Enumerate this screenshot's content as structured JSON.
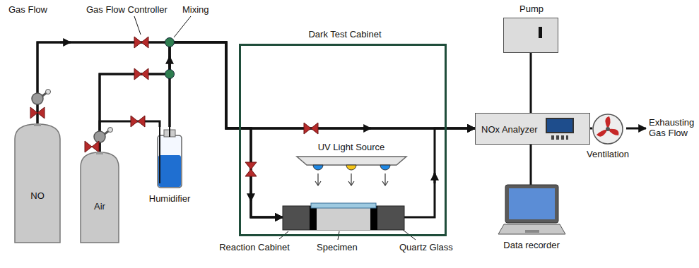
{
  "diagram": {
    "nodes": [
      {
        "text": [
          "NO"
        ]
      },
      {
        "text": [
          "Air"
        ]
      },
      {
        "text": [
          "Humidifier"
        ]
      },
      {
        "text": [
          "Dark Test Cabinet"
        ]
      },
      {
        "text": [
          "UV Light Source"
        ],
        "in": 3
      },
      {
        "text": [
          "Reaction Cabinet"
        ],
        "in": 3
      },
      {
        "text": [
          "Pump"
        ]
      },
      {
        "text": [
          "NOx Analyzer"
        ]
      },
      {
        "text": [
          "Ventilation"
        ]
      },
      {
        "text": [
          "Data recorder"
        ]
      }
    ],
    "edges": [
      {
        "from": 0,
        "to": 5,
        "arrow": "to"
      },
      {
        "from": 0,
        "to": 7,
        "arrow": "to"
      },
      {
        "from": 1,
        "to": 2,
        "arrow": "none"
      },
      {
        "from": 1,
        "to": 5,
        "arrow": "to"
      },
      {
        "from": 1,
        "to": 7,
        "arrow": "to"
      },
      {
        "from": 2,
        "to": 5,
        "arrow": "to"
      },
      {
        "from": 2,
        "to": 7,
        "arrow": "to"
      },
      {
        "from": 5,
        "to": 7,
        "arrow": "to"
      },
      {
        "from": 6,
        "to": 7,
        "arrow": "none"
      },
      {
        "from": 7,
        "to": 9,
        "arrow": "none"
      },
      {
        "from": 7,
        "to": 8,
        "arrow": "none"
      }
    ],
    "labels": [
      "Gas Flow",
      "Gas Flow Controller",
      "Mixing",
      "Exhausting Gas Flow",
      "Specimen",
      "Quartz Glass"
    ]
  }
}
